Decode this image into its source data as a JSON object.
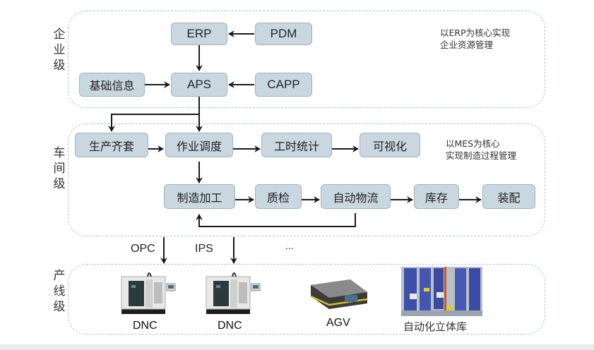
{
  "levels": {
    "enterprise": {
      "label": "企业级",
      "note": [
        "以ERP为核心实现",
        "企业资源管理"
      ],
      "nodes": {
        "erp": "ERP",
        "pdm": "PDM",
        "basic_info": "基础信息",
        "aps": "APS",
        "capp": "CAPP"
      }
    },
    "workshop": {
      "label": "车间级",
      "note": [
        "以MES为核心",
        "实现制造过程管理"
      ],
      "nodes": {
        "kitting": "生产齐套",
        "scheduling": "作业调度",
        "labor_hours": "工时统计",
        "visualization": "可视化",
        "manufacturing": "制造加工",
        "inspection": "质检",
        "logistics": "自动物流",
        "inventory": "库存",
        "assembly": "装配"
      }
    },
    "production_line": {
      "label": "产线级",
      "links": [
        "OPC",
        "IPS",
        "..."
      ],
      "devices": [
        {
          "name": "DNC",
          "type": "cnc-machine"
        },
        {
          "name": "DNC",
          "type": "cnc-machine"
        },
        {
          "name": "AGV",
          "type": "agv-vehicle"
        },
        {
          "name": "自动化立体库",
          "type": "automated-warehouse"
        }
      ]
    }
  },
  "edges": [
    [
      "PDM",
      "ERP"
    ],
    [
      "ERP",
      "APS"
    ],
    [
      "基础信息",
      "APS"
    ],
    [
      "CAPP",
      "APS"
    ],
    [
      "APS",
      "生产齐套"
    ],
    [
      "APS",
      "作业调度"
    ],
    [
      "生产齐套",
      "作业调度"
    ],
    [
      "作业调度",
      "工时统计"
    ],
    [
      "工时统计",
      "可视化"
    ],
    [
      "作业调度",
      "制造加工"
    ],
    [
      "制造加工",
      "质检"
    ],
    [
      "质检",
      "自动物流"
    ],
    [
      "自动物流",
      "库存"
    ],
    [
      "库存",
      "装配"
    ],
    [
      "自动物流",
      "制造加工"
    ]
  ],
  "colors": {
    "node_fill": "#c9d7e0",
    "node_border": "#9fb3bf",
    "zone_border": "#b5c4cb",
    "arrow": "#1a1a1a"
  }
}
